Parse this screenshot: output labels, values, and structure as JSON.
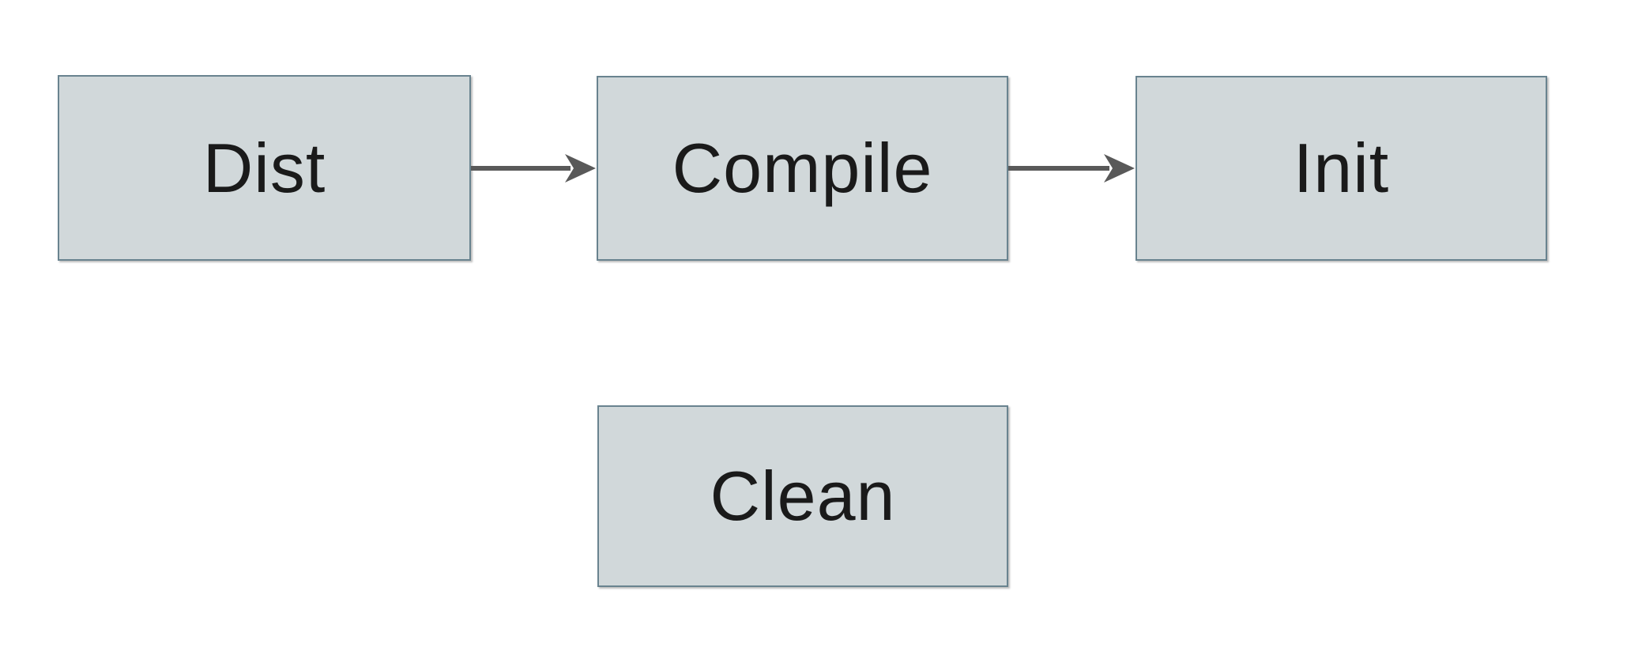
{
  "diagram": {
    "type": "flowchart",
    "background_color": "#ffffff",
    "nodes": {
      "dist": {
        "label": "Dist"
      },
      "compile": {
        "label": "Compile"
      },
      "init": {
        "label": "Init"
      },
      "clean": {
        "label": "Clean"
      }
    },
    "edges": [
      {
        "from": "Dist",
        "to": "Compile",
        "style": "solid-arrow"
      },
      {
        "from": "Compile",
        "to": "Init",
        "style": "solid-arrow"
      }
    ],
    "colors": {
      "node_fill": "#d1d8da",
      "node_border": "#69838f",
      "arrow": "#595959",
      "text": "#1a1a1a",
      "background": "#ffffff"
    }
  }
}
